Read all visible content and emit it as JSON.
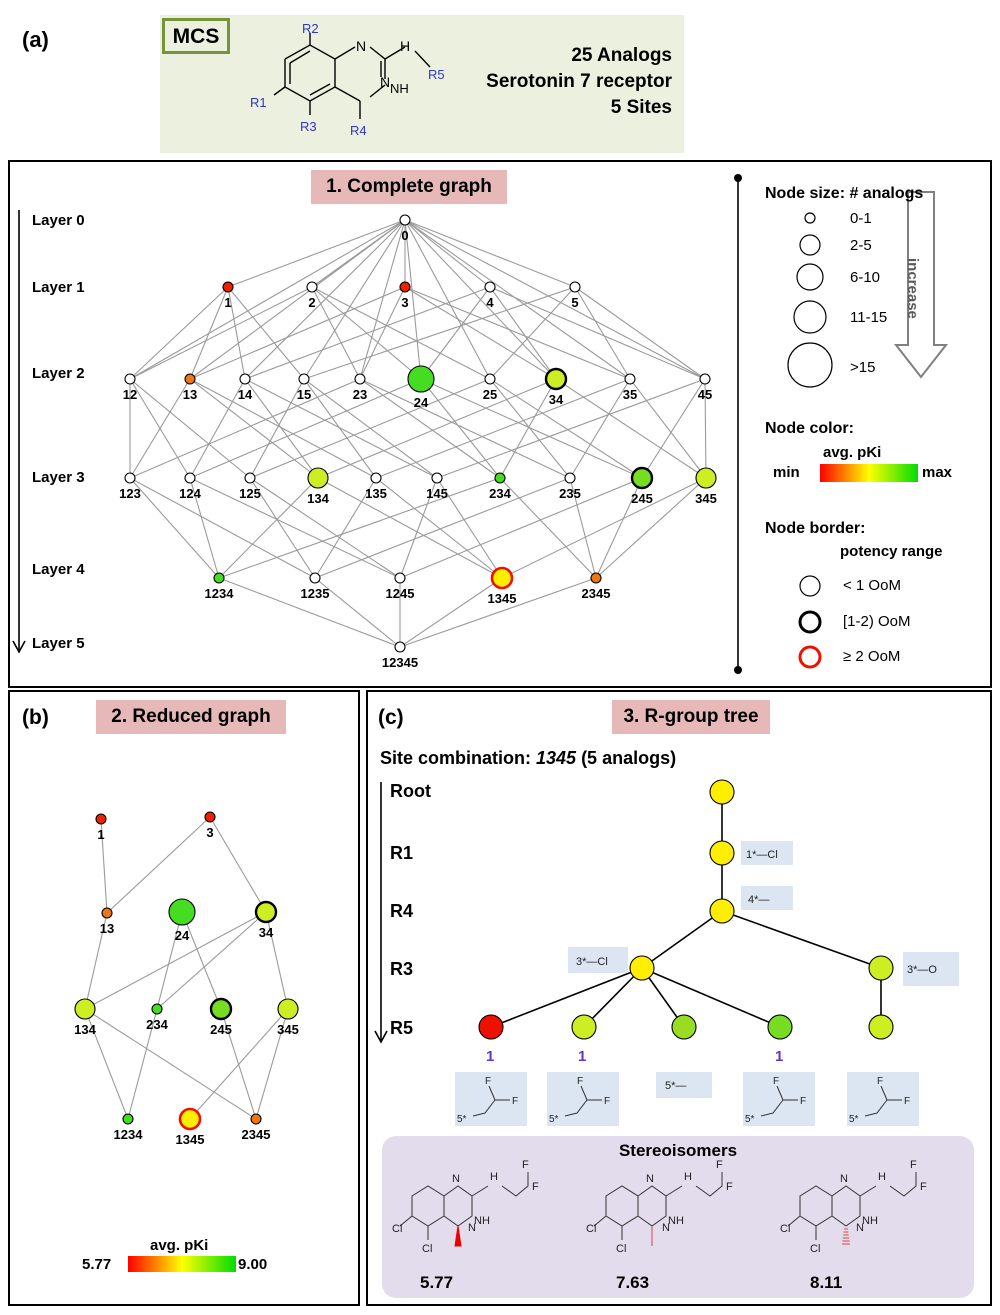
{
  "panel_a": {
    "label": "(a)",
    "mcs": {
      "badge": "MCS",
      "info": [
        "25 Analogs",
        "Serotonin 7 receptor",
        "5 Sites"
      ],
      "r_labels": [
        "R2",
        "R1",
        "R3",
        "R4",
        "R5"
      ],
      "atoms": [
        "N",
        "N",
        "NH",
        "H"
      ]
    },
    "graph_title": "1. Complete graph",
    "layers": [
      "Layer 0",
      "Layer 1",
      "Layer 2",
      "Layer 3",
      "Layer 4",
      "Layer 5"
    ],
    "legend": {
      "size_title": "Node size:  # analogs",
      "size_items": [
        "0-1",
        "2-5",
        "6-10",
        "11-15",
        ">15"
      ],
      "increase": "increase",
      "color_title": "Node color:",
      "color_sub": "avg. pKi",
      "color_min": "min",
      "color_max": "max",
      "border_title": "Node border:",
      "border_sub": "potency range",
      "border_items": [
        "< 1 OoM",
        "[1-2) OoM",
        "≥ 2 OoM"
      ],
      "colors": {
        "low": "#ff0000",
        "mid": "#ffff00",
        "high": "#00dd00"
      }
    },
    "nodes": [
      {
        "id": "0",
        "layer": 0,
        "color": "#ffffff",
        "size": 1,
        "border": "normal"
      },
      {
        "id": "1",
        "layer": 1,
        "color": "#ee2200",
        "size": 1,
        "border": "normal"
      },
      {
        "id": "2",
        "layer": 1,
        "color": "#ffffff",
        "size": 1,
        "border": "normal"
      },
      {
        "id": "3",
        "layer": 1,
        "color": "#ee2200",
        "size": 1,
        "border": "normal"
      },
      {
        "id": "4",
        "layer": 1,
        "color": "#ffffff",
        "size": 1,
        "border": "normal"
      },
      {
        "id": "5",
        "layer": 1,
        "color": "#ffffff",
        "size": 1,
        "border": "normal"
      },
      {
        "id": "12",
        "layer": 2,
        "color": "#ffffff",
        "size": 1,
        "border": "normal"
      },
      {
        "id": "13",
        "layer": 2,
        "color": "#ee7711",
        "size": 1,
        "border": "normal"
      },
      {
        "id": "14",
        "layer": 2,
        "color": "#ffffff",
        "size": 1,
        "border": "normal"
      },
      {
        "id": "15",
        "layer": 2,
        "color": "#ffffff",
        "size": 1,
        "border": "normal"
      },
      {
        "id": "23",
        "layer": 2,
        "color": "#ffffff",
        "size": 1,
        "border": "normal"
      },
      {
        "id": "24",
        "layer": 2,
        "color": "#44dd22",
        "size": 3,
        "border": "normal"
      },
      {
        "id": "25",
        "layer": 2,
        "color": "#ffffff",
        "size": 1,
        "border": "normal"
      },
      {
        "id": "34",
        "layer": 2,
        "color": "#ccee22",
        "size": 2,
        "border": "thick"
      },
      {
        "id": "35",
        "layer": 2,
        "color": "#ffffff",
        "size": 1,
        "border": "normal"
      },
      {
        "id": "45",
        "layer": 2,
        "color": "#ffffff",
        "size": 1,
        "border": "normal"
      },
      {
        "id": "123",
        "layer": 3,
        "color": "#ffffff",
        "size": 1,
        "border": "normal"
      },
      {
        "id": "124",
        "layer": 3,
        "color": "#ffffff",
        "size": 1,
        "border": "normal"
      },
      {
        "id": "125",
        "layer": 3,
        "color": "#ffffff",
        "size": 1,
        "border": "normal"
      },
      {
        "id": "134",
        "layer": 3,
        "color": "#ccee22",
        "size": 2,
        "border": "normal"
      },
      {
        "id": "135",
        "layer": 3,
        "color": "#ffffff",
        "size": 1,
        "border": "normal"
      },
      {
        "id": "145",
        "layer": 3,
        "color": "#ffffff",
        "size": 1,
        "border": "normal"
      },
      {
        "id": "234",
        "layer": 3,
        "color": "#44dd22",
        "size": 1,
        "border": "normal"
      },
      {
        "id": "235",
        "layer": 3,
        "color": "#ffffff",
        "size": 1,
        "border": "normal"
      },
      {
        "id": "245",
        "layer": 3,
        "color": "#77dd22",
        "size": 2,
        "border": "thick"
      },
      {
        "id": "345",
        "layer": 3,
        "color": "#ccee22",
        "size": 2,
        "border": "normal"
      },
      {
        "id": "1234",
        "layer": 4,
        "color": "#44dd22",
        "size": 1,
        "border": "normal"
      },
      {
        "id": "1235",
        "layer": 4,
        "color": "#ffffff",
        "size": 1,
        "border": "normal"
      },
      {
        "id": "1245",
        "layer": 4,
        "color": "#ffffff",
        "size": 1,
        "border": "normal"
      },
      {
        "id": "1345",
        "layer": 4,
        "color": "#ffee00",
        "size": 2,
        "border": "red"
      },
      {
        "id": "2345",
        "layer": 4,
        "color": "#ee7711",
        "size": 1,
        "border": "normal"
      },
      {
        "id": "12345",
        "layer": 5,
        "color": "#ffffff",
        "size": 1,
        "border": "normal"
      }
    ]
  },
  "panel_b": {
    "label": "(b)",
    "title": "2. Reduced graph",
    "nodes": [
      "1",
      "3",
      "13",
      "24",
      "34",
      "134",
      "234",
      "245",
      "345",
      "1234",
      "1345",
      "2345"
    ],
    "colorbar_title": "avg. pKi",
    "colorbar_min": "5.77",
    "colorbar_max": "9.00"
  },
  "panel_c": {
    "label": "(c)",
    "title": "3. R-group tree",
    "site_prefix": "Site combination: ",
    "site_value": "1345",
    "site_suffix": " (5 analogs)",
    "levels": [
      "Root",
      "R1",
      "R4",
      "R3",
      "R5"
    ],
    "substituents": {
      "r1": "1*—Cl",
      "r4": "4*—",
      "r3_left": "3*—Cl",
      "r3_right": "3*—O",
      "r5_methyl": "5*—"
    },
    "counts": [
      "1",
      "1",
      "1"
    ],
    "leaf_colors": [
      "#ee1100",
      "#ccee22",
      "#99dd22",
      "#77dd22",
      "#ccee22"
    ],
    "stereo_title": "Stereoisomers",
    "stereo_values": [
      "5.77",
      "7.63",
      "8.11"
    ],
    "atom_labels": [
      "N",
      "N",
      "H",
      "NH",
      "F",
      "F",
      "Cl",
      "Cl"
    ]
  }
}
